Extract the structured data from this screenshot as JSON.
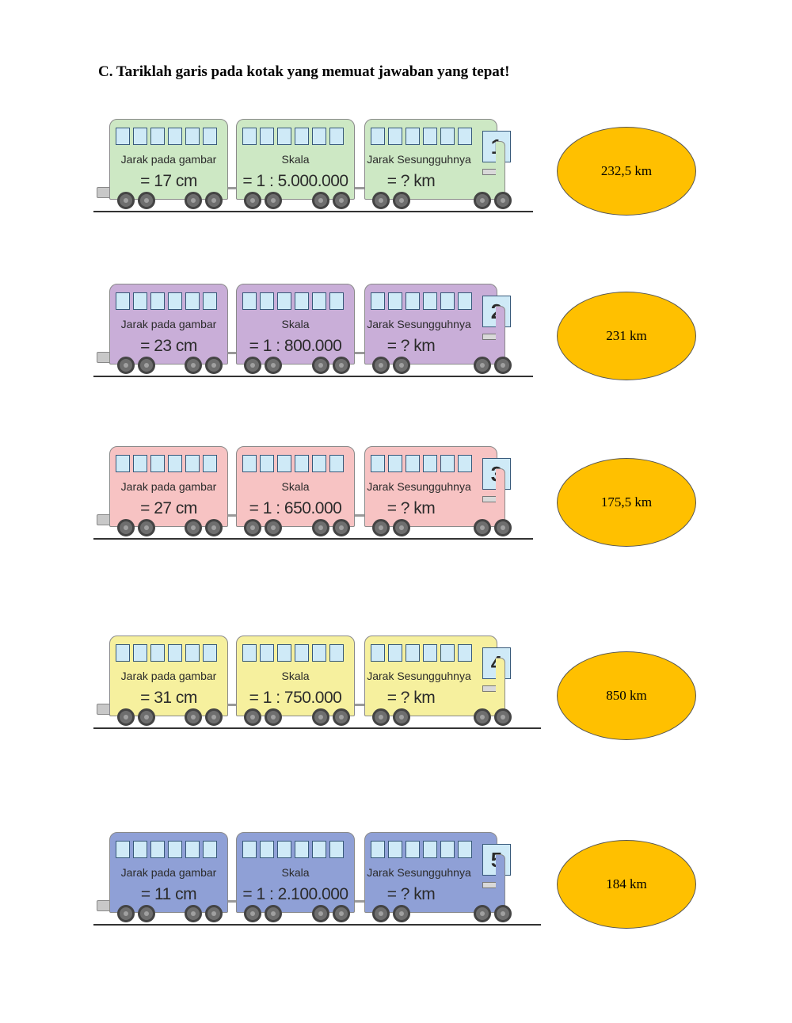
{
  "instruction": "C.  Tariklah garis pada kotak yang memuat jawaban yang tepat!",
  "trains": [
    {
      "number": "1",
      "color": "#cde8c4",
      "cars": [
        {
          "label": "Jarak pada gambar",
          "value": "= 17 cm"
        },
        {
          "label": "Skala",
          "value": "= 1 : 5.000.000"
        },
        {
          "label": "Jarak Sesungguhnya",
          "value": "= ? km"
        }
      ]
    },
    {
      "number": "2",
      "color": "#c9aed8",
      "cars": [
        {
          "label": "Jarak pada gambar",
          "value": "= 23 cm"
        },
        {
          "label": "Skala",
          "value": "= 1 : 800.000"
        },
        {
          "label": "Jarak Sesungguhnya",
          "value": "= ? km"
        }
      ]
    },
    {
      "number": "3",
      "color": "#f7c3c3",
      "cars": [
        {
          "label": "Jarak pada gambar",
          "value": "= 27 cm"
        },
        {
          "label": "Skala",
          "value": "= 1 : 650.000"
        },
        {
          "label": "Jarak Sesungguhnya",
          "value": "= ? km"
        }
      ]
    },
    {
      "number": "4",
      "color": "#f6f09e",
      "cars": [
        {
          "label": "Jarak pada gambar",
          "value": "= 31 cm"
        },
        {
          "label": "Skala",
          "value": "= 1 : 750.000"
        },
        {
          "label": "Jarak Sesungguhnya",
          "value": "= ? km"
        }
      ]
    },
    {
      "number": "5",
      "color": "#8fa0d6",
      "cars": [
        {
          "label": "Jarak pada gambar",
          "value": "= 11 cm"
        },
        {
          "label": "Skala",
          "value": "= 1 : 2.100.000"
        },
        {
          "label": "Jarak Sesungguhnya",
          "value": "= ? km"
        }
      ]
    }
  ],
  "answers": [
    "232,5 km",
    "231 km",
    "175,5 km",
    "850 km",
    "184 km"
  ]
}
